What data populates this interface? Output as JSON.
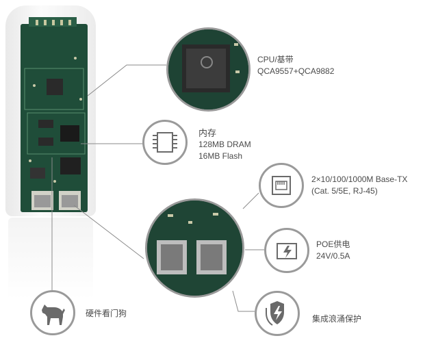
{
  "features": {
    "cpu": {
      "title": "CPU/基带",
      "detail": "QCA9557+QCA9882"
    },
    "memory": {
      "title": "内存",
      "line1": "128MB DRAM",
      "line2": "16MB Flash"
    },
    "ethernet": {
      "line1": "2×10/100/1000M Base-TX",
      "line2": "(Cat. 5/5E, RJ-45)"
    },
    "poe": {
      "title": "POE供电",
      "detail": "24V/0.5A"
    },
    "surge": {
      "title": "集成浪涌保护"
    },
    "watchdog": {
      "title": "硬件看门狗"
    }
  },
  "icons": {
    "memory": "memory-chip-icon",
    "ethernet": "ethernet-port-icon",
    "poe": "poe-power-port-icon",
    "surge": "surge-shield-icon",
    "watchdog": "watchdog-dog-icon"
  },
  "colors": {
    "ring": "#9a9a9a",
    "pcb": "#1d4a36",
    "line": "#8a8a8a",
    "text": "#4a4a4a"
  }
}
